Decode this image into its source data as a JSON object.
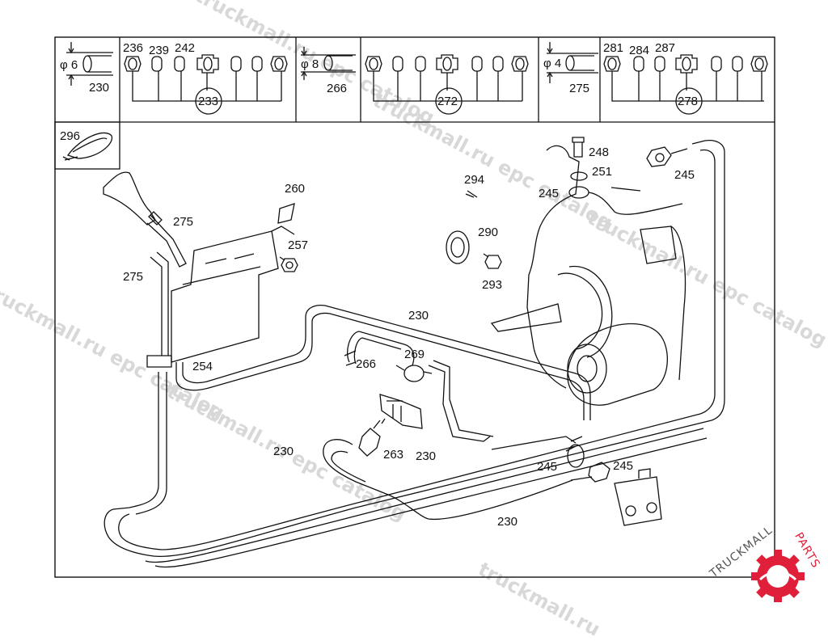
{
  "diagram": {
    "header_panels": [
      {
        "diameter": "φ 6",
        "tube_part": "230",
        "fittings": [
          "236",
          "239",
          "242"
        ],
        "group": "233"
      },
      {
        "diameter": "φ 8",
        "tube_part": "266",
        "fittings": [],
        "group": "272"
      },
      {
        "diameter": "φ 4",
        "tube_part": "275",
        "fittings": [
          "281",
          "284",
          "287"
        ],
        "group": "278"
      }
    ],
    "detail_inset_part": "296",
    "callouts": {
      "c248": "248",
      "c251": "251",
      "c245a": "245",
      "c245b": "245",
      "c294": "294",
      "c260": "260",
      "c275a": "275",
      "c275b": "275",
      "c257": "257",
      "c290": "290",
      "c293": "293",
      "c230a": "230",
      "c230b": "230",
      "c230c": "230",
      "c230d": "230",
      "c254": "254",
      "c266": "266",
      "c269": "269",
      "c263": "263",
      "c245c": "245",
      "c245d": "245"
    }
  },
  "watermarks": {
    "w1": "truckmall.ru epc catalog",
    "w2": "truckmall.ru epc catalog",
    "w3": "truckmall.ru epc catalog",
    "w4": "truckmall.ru epc catalog",
    "w5": "truckmall.ru epc catalog",
    "w6": "truckmall.ru"
  },
  "brand": {
    "name_part1": "TRUCKMALL",
    "name_part2": "PARTS",
    "accent_color": "#e0203a"
  }
}
